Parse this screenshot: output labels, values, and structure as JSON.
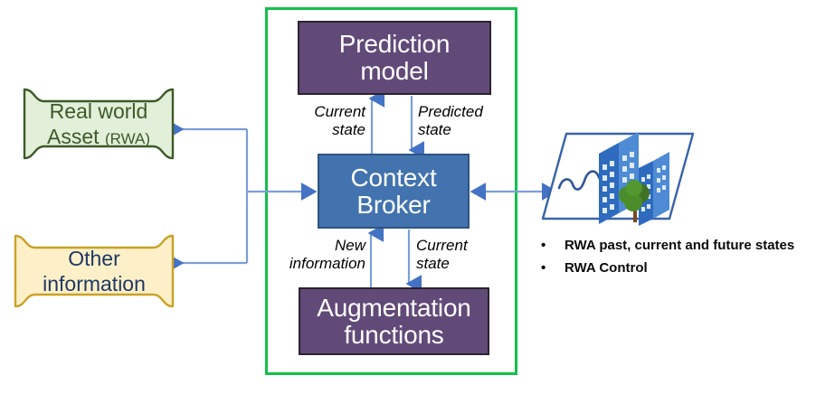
{
  "diagram": {
    "title_visible": false,
    "colors": {
      "frame_green": "#12C04A",
      "box_purple": "#614A78",
      "box_blue": "#4273AE",
      "card_green_fill": "#E2EFD9",
      "card_green_border": "#3D5A28",
      "card_yellow_fill": "#FDF0C9",
      "card_yellow_border": "#C9A227",
      "connector_blue": "#6F93D6",
      "scene_blue": "#3A64A8",
      "tree_green": "#3F7227"
    },
    "boxes": [
      {
        "id": "prediction-model",
        "label": "Prediction\nmodel",
        "fill": "#614A78",
        "text_color": "#FFFFFF"
      },
      {
        "id": "context-broker",
        "label": "Context\nBroker",
        "fill": "#4273AE",
        "text_color": "#FFFFFF"
      },
      {
        "id": "augmentation-functions",
        "label": "Augmentation\nfunctions",
        "fill": "#614A78",
        "text_color": "#FFFFFF"
      }
    ],
    "cards": [
      {
        "id": "real-world-asset",
        "line1": "Real world",
        "line2": "Asset",
        "line2_suffix": "(RWA)",
        "fill": "#E2EFD9",
        "border": "#3D5A28",
        "text_color": "#3D5A28"
      },
      {
        "id": "other-information",
        "line1": "Other",
        "line2": "information",
        "fill": "#FDF0C9",
        "border": "#C9A227",
        "text_color": "#1F3864"
      }
    ],
    "edge_labels": {
      "current_state_top": "Current\nstate",
      "predicted_state": "Predicted\nstate",
      "new_information": "New\ninformation",
      "current_state_bottom": "Current\nstate"
    },
    "scene": {
      "name": "rwa-city-scene",
      "elements": [
        "ground-plane",
        "river-squiggle",
        "building-tower-left",
        "building-tower-mid",
        "building-tower-right",
        "tree"
      ]
    },
    "bullets": [
      {
        "marker": "•",
        "text": "RWA past, current and future states"
      },
      {
        "marker": "•",
        "text": "RWA Control"
      }
    ]
  }
}
